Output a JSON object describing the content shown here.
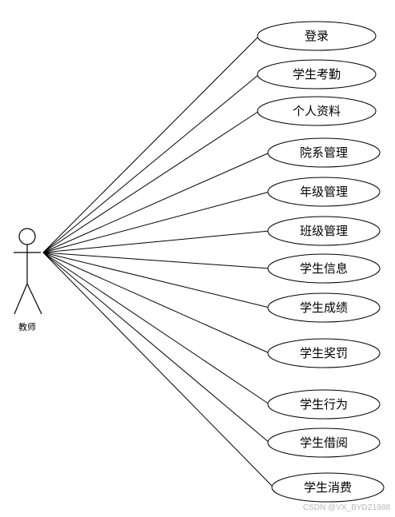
{
  "actor": {
    "name": "教师"
  },
  "use_cases": [
    {
      "label": "登录"
    },
    {
      "label": "学生考勤"
    },
    {
      "label": "个人资料"
    },
    {
      "label": "院系管理"
    },
    {
      "label": "年级管理"
    },
    {
      "label": "班级管理"
    },
    {
      "label": "学生信息"
    },
    {
      "label": "学生成绩"
    },
    {
      "label": "学生奖罚"
    },
    {
      "label": "学生行为"
    },
    {
      "label": "学生借阅"
    },
    {
      "label": "学生消费"
    }
  ],
  "watermark": "CSDN @VX_BYDZ1988"
}
